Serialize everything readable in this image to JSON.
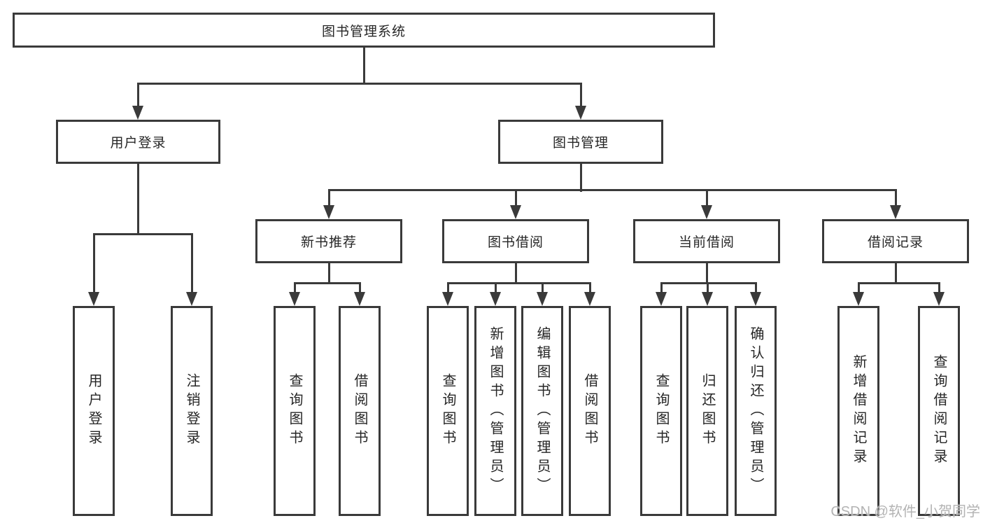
{
  "diagram": {
    "root": {
      "label": "图书管理系统"
    },
    "branches": [
      {
        "label": "用户登录",
        "children": [
          {
            "label": "用户登录"
          },
          {
            "label": "注销登录"
          }
        ]
      },
      {
        "label": "图书管理",
        "groups": [
          {
            "label": "新书推荐",
            "children": [
              {
                "label": "查询图书"
              },
              {
                "label": "借阅图书"
              }
            ]
          },
          {
            "label": "图书借阅",
            "children": [
              {
                "label": "查询图书"
              },
              {
                "label": "新增图书（管理员）"
              },
              {
                "label": "编辑图书（管理员）"
              },
              {
                "label": "借阅图书"
              }
            ]
          },
          {
            "label": "当前借阅",
            "children": [
              {
                "label": "查询图书"
              },
              {
                "label": "归还图书"
              },
              {
                "label": "确认归还（管理员）"
              }
            ]
          },
          {
            "label": "借阅记录",
            "children": [
              {
                "label": "新增借阅记录"
              },
              {
                "label": "查询借阅记录"
              }
            ]
          }
        ]
      }
    ]
  },
  "watermark": {
    "text": "CSDN @软件_小贺同学"
  },
  "colors": {
    "line": "#3a3a3a",
    "text": "#262626",
    "background": "#ffffff",
    "watermark": "#b3b3b3"
  }
}
